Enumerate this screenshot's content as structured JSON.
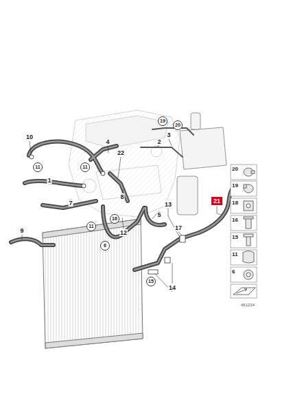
{
  "diagram": {
    "labels": [
      "10",
      "4",
      "19",
      "20",
      "2",
      "3",
      "22",
      "11",
      "11",
      "1",
      "8",
      "7",
      "16",
      "11",
      "6",
      "12",
      "5",
      "13",
      "17",
      "9",
      "21",
      "15",
      "14",
      "20",
      "19",
      "18",
      "16",
      "15",
      "11",
      "6",
      "461234"
    ]
  }
}
